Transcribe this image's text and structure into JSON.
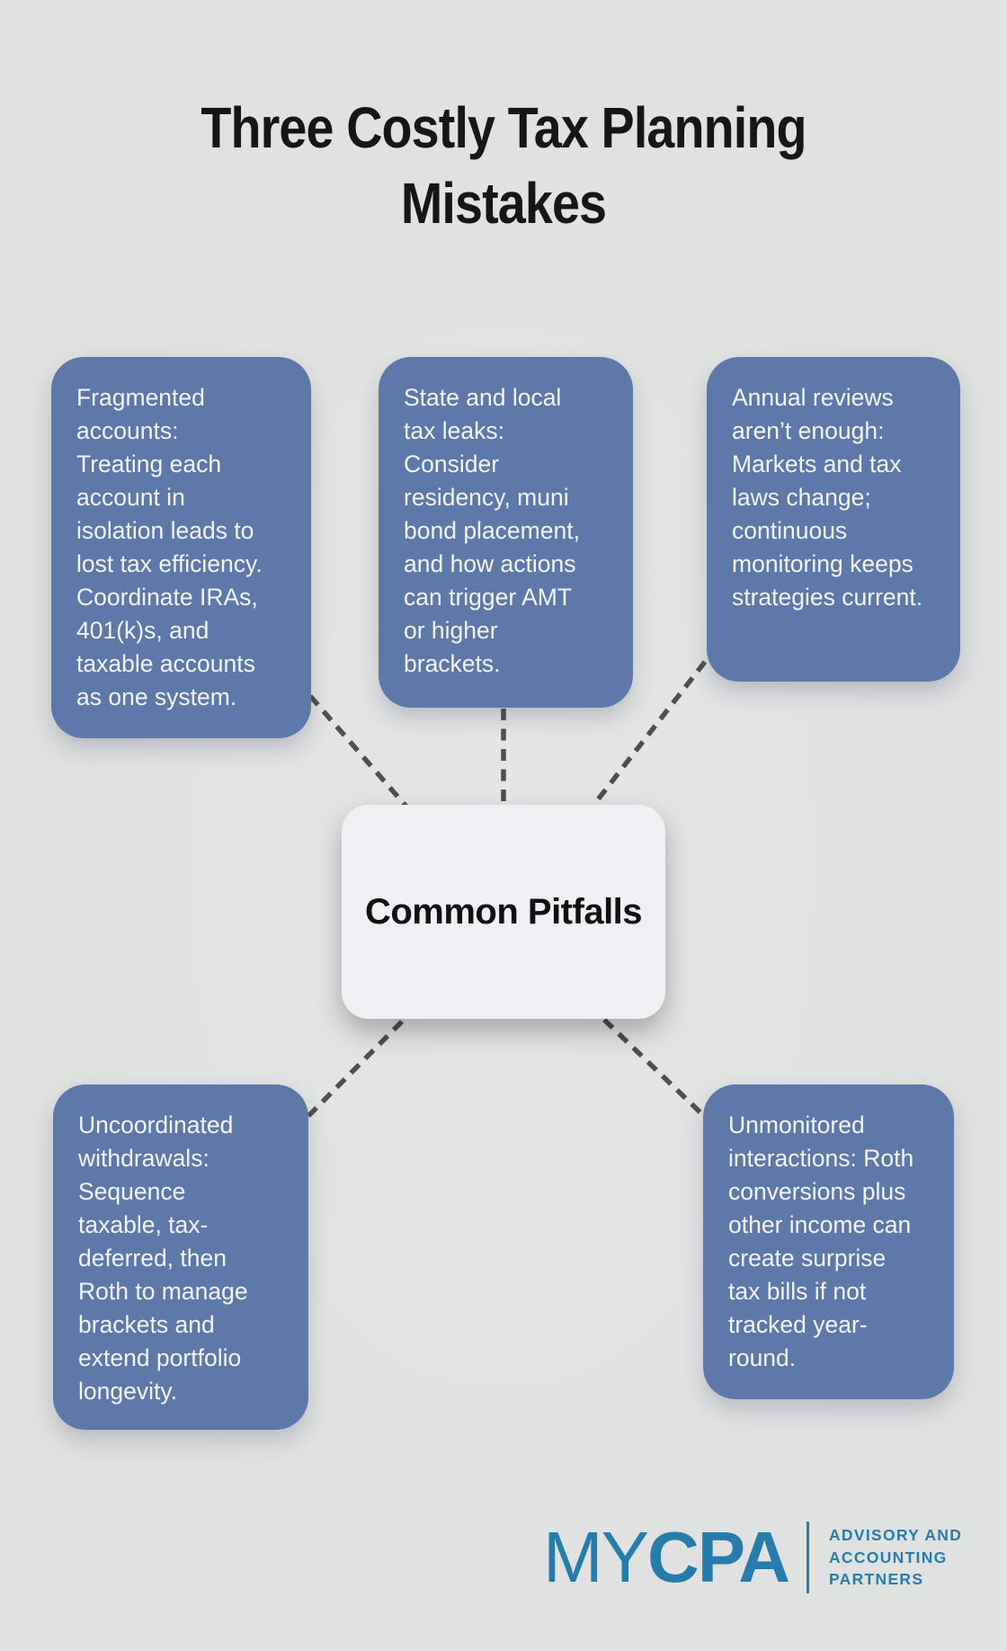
{
  "page": {
    "title": "Three Costly Tax Planning Mistakes"
  },
  "center_node": {
    "label": "Common Pitfalls"
  },
  "pitfall_nodes": [
    {
      "name": "fragmented-accounts",
      "text": "Fragmented accounts: Treating each account in isolation leads to lost tax efficiency. Coordinate IRAs, 401(k)s, and taxable accounts as one system."
    },
    {
      "name": "state-and-local-tax-leaks",
      "text": "State and local tax leaks: Consider residency, muni bond placement, and how actions can trigger AMT or higher brackets."
    },
    {
      "name": "annual-reviews-arent-enough",
      "text": "Annual reviews aren’t enough: Markets and tax laws change; continuous monitoring keeps strategies current."
    },
    {
      "name": "uncoordinated-withdrawals",
      "text": "Uncoordinated withdrawals: Sequence taxable, tax-deferred, then Roth to manage brackets and extend portfolio longevity."
    },
    {
      "name": "unmonitored-interactions",
      "text": "Unmonitored interactions: Roth conversions plus other income can create surprise tax bills if not tracked year-round."
    }
  ],
  "logo": {
    "wordmark_light": "MY",
    "wordmark_bold": "CPA",
    "tagline_lines": [
      "ADVISORY AND",
      "ACCOUNTING",
      "PARTNERS"
    ]
  },
  "colors": {
    "background": "#e0e1e1",
    "node_blue": "#5f78aa",
    "node_text": "#f2f4f7",
    "center_bg": "#eef0f3",
    "center_text": "#111111",
    "connector": "#4f4f4f",
    "title_text": "#161616",
    "logo_teal": "#267dab"
  }
}
